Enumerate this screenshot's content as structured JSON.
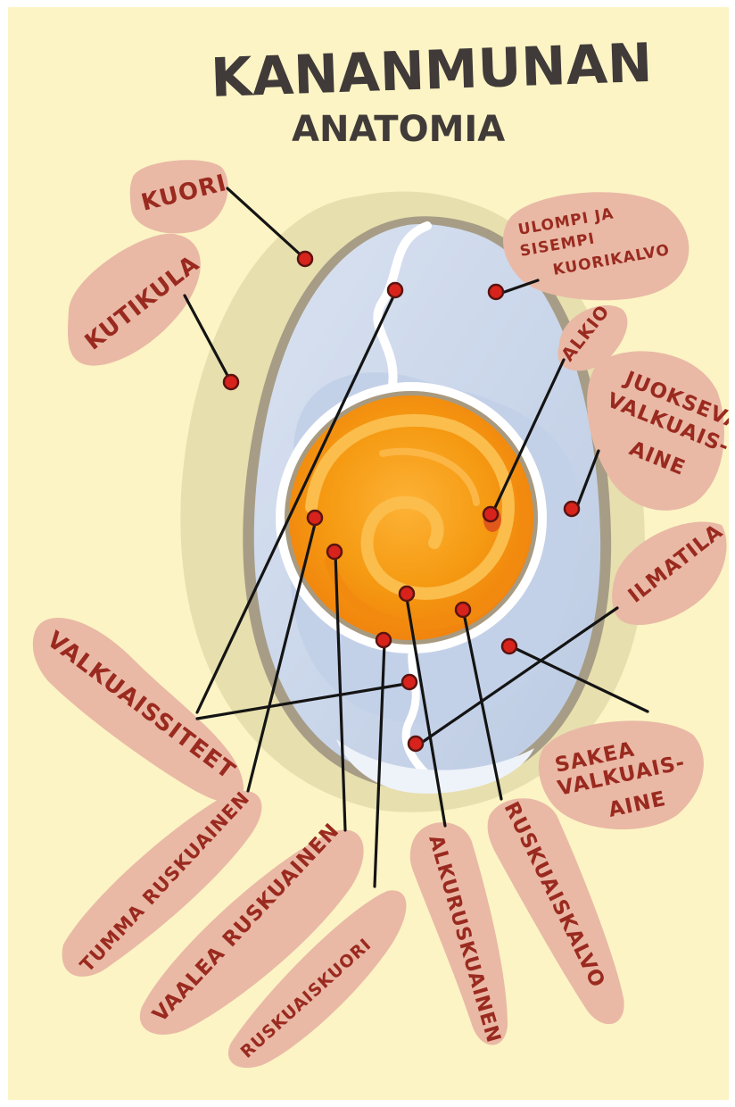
{
  "title": {
    "line1": "KANANMUNAN",
    "line2": "ANATOMIA"
  },
  "labels": {
    "kuori": "KUORI",
    "kutikula": "KUTIKULA",
    "kalvot": [
      "ULOMPI JA",
      "SISEMPI",
      "KUORIKALVO"
    ],
    "alkio": "ALKIO",
    "juokseva": [
      "JUOKSEVA",
      "VALKUAIS-",
      "AINE"
    ],
    "ilmatila": "ILMATILA",
    "valkuaissiteet": "VALKUAISSITEET",
    "sakea": [
      "SAKEA",
      "VALKUAIS-",
      "AINE"
    ],
    "tumma": "TUMMA RUSKUAINEN",
    "vaalea": "VAALEA RUSKUAINEN",
    "ruskuaiskuori": "RUSKUAISKUORI",
    "alkuruskuainen": "ALKURUSKUAINEN",
    "ruskuaiskalvo": "RUSKUAISKALVO"
  },
  "colors": {
    "background": "#fcf4c4",
    "label_bubble": "#e9b9a6",
    "label_text": "#9a2a1f",
    "title_text": "#403a39",
    "marker": "#d8231c",
    "leader_line": "#141414",
    "egg_white": "#c9d6ea",
    "shell": "#e3dbaa",
    "yolk": "#f39a13"
  }
}
